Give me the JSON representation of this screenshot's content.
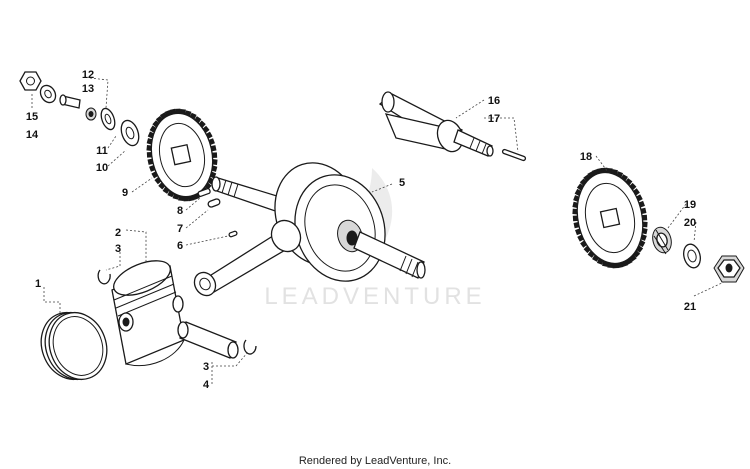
{
  "watermark": {
    "text": "LEADVENTURE"
  },
  "footer": {
    "text": "Rendered by LeadVenture, Inc."
  },
  "callouts": {
    "c1": "1",
    "c2": "2",
    "c3a": "3",
    "c3b": "3",
    "c4": "4",
    "c5": "5",
    "c6": "6",
    "c7": "7",
    "c8": "8",
    "c9": "9",
    "c10": "10",
    "c11": "11",
    "c12": "12",
    "c13": "13",
    "c14": "14",
    "c15": "15",
    "c16": "16",
    "c17": "17",
    "c18": "18",
    "c19": "19",
    "c20": "20",
    "c21": "21"
  }
}
